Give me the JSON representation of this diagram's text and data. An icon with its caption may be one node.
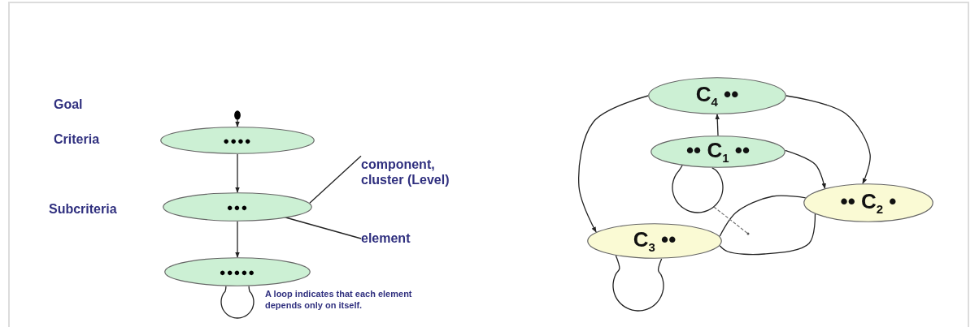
{
  "diagram": {
    "nodes": [
      {
        "text": [],
        "shape": "circle"
      },
      {
        "text": [
          "●●●●"
        ]
      },
      {
        "text": [
          "●●●"
        ]
      },
      {
        "text": [
          "●●●●●"
        ]
      },
      {
        "text": [
          "component, cluster (Level)"
        ]
      },
      {
        "text": [
          "element"
        ]
      },
      {
        "text": [
          "C$_{4}$ ••"
        ]
      },
      {
        "text": [
          "•• C$_{1}$ ••"
        ]
      },
      {
        "text": [
          "•• C$_{2}$ •"
        ]
      },
      {
        "text": [
          "C$_{3}$ ••"
        ]
      }
    ],
    "edges": [
      {
        "from": 0,
        "to": 1,
        "arrow": "to"
      },
      {
        "from": 1,
        "to": 2,
        "arrow": "to"
      },
      {
        "from": 2,
        "to": 3,
        "arrow": "to"
      },
      {
        "from": 3,
        "to": 3,
        "arrow": "none"
      },
      {
        "from": 4,
        "to": 2,
        "arrow": "none"
      },
      {
        "from": 5,
        "to": 2,
        "arrow": "none"
      },
      {
        "from": 7,
        "to": 6,
        "arrow": "to"
      },
      {
        "from": 6,
        "to": 9,
        "arrow": "to"
      },
      {
        "from": 6,
        "to": 8,
        "arrow": "to"
      },
      {
        "from": 7,
        "to": 8,
        "arrow": "to"
      },
      {
        "from": 7,
        "to": 7,
        "arrow": "none"
      },
      {
        "from": 9,
        "to": 9,
        "arrow": "none"
      },
      {
        "from": 9,
        "to": 8,
        "arrow": "none"
      },
      {
        "from": 8,
        "to": 9,
        "arrow": "none"
      }
    ],
    "labels": [
      "Goal",
      "Criteria",
      "Subcriteria",
      "A loop indicates that each element depends only on itself."
    ]
  }
}
